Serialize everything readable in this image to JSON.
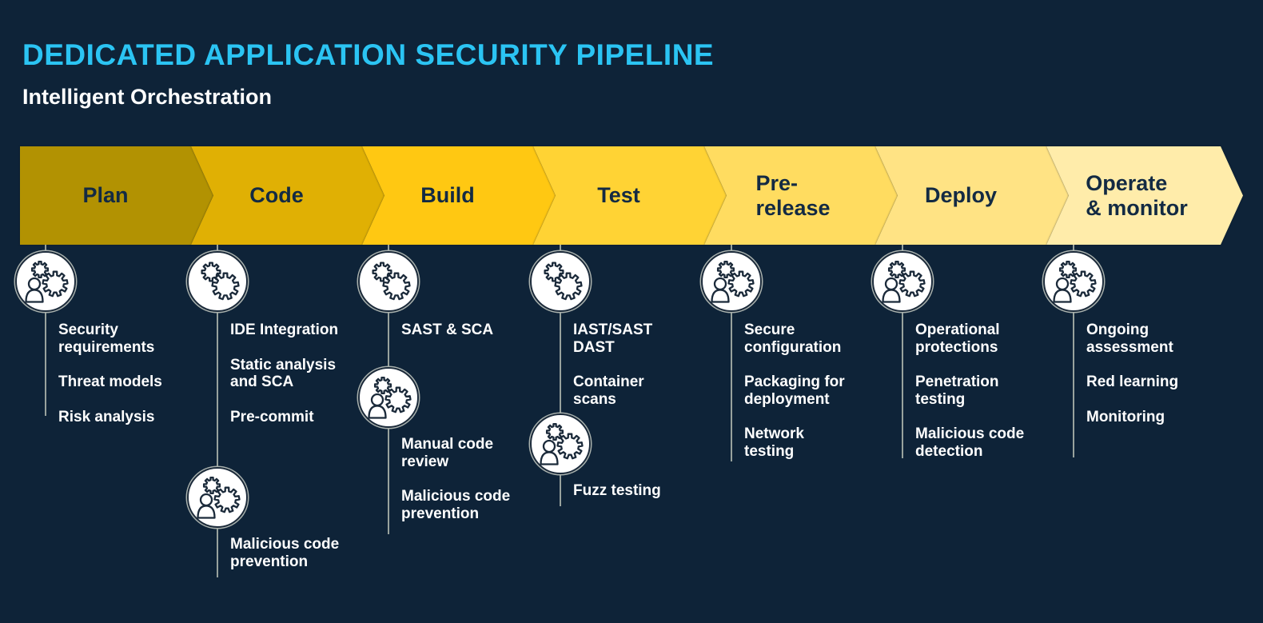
{
  "header": {
    "title": "DEDICATED APPLICATION SECURITY PIPELINE",
    "subtitle": "Intelligent Orchestration"
  },
  "colors": {
    "background": "#0e2338",
    "title": "#2bc4f3",
    "subtitle": "#ffffff",
    "chevron_text": "#132a43",
    "item_text": "#ffffff",
    "connector_line": "#98a29d",
    "icon_stroke": "#1b2a3a",
    "icon_fill": "#ffffff"
  },
  "stages": [
    {
      "label": "Plan",
      "color": "#b29202",
      "groups": [
        {
          "icon": "person-gears-icon",
          "items": [
            "Security\nrequirements",
            "Threat models",
            "Risk analysis"
          ]
        }
      ]
    },
    {
      "label": "Code",
      "color": "#e0b004",
      "groups": [
        {
          "icon": "gears-icon",
          "items": [
            "IDE Integration",
            "Static analysis\nand SCA",
            "Pre-commit"
          ]
        },
        {
          "icon": "person-gears-icon",
          "items": [
            "Malicious code\nprevention"
          ]
        }
      ]
    },
    {
      "label": "Build",
      "color": "#ffc812",
      "groups": [
        {
          "icon": "gears-icon",
          "items": [
            "SAST & SCA"
          ]
        },
        {
          "icon": "person-gears-icon",
          "items": [
            "Manual code\nreview",
            "Malicious code\nprevention"
          ]
        }
      ]
    },
    {
      "label": "Test",
      "color": "#ffd334",
      "groups": [
        {
          "icon": "gears-icon",
          "items": [
            "IAST/SAST\nDAST",
            "Container\nscans"
          ]
        },
        {
          "icon": "person-gears-icon",
          "items": [
            "Fuzz testing"
          ]
        }
      ]
    },
    {
      "label": "Pre-\nrelease",
      "color": "#ffdc60",
      "groups": [
        {
          "icon": "person-gears-icon",
          "items": [
            "Secure\nconfiguration",
            "Packaging for\ndeployment",
            "Network\ntesting"
          ]
        }
      ]
    },
    {
      "label": "Deploy",
      "color": "#ffe384",
      "groups": [
        {
          "icon": "person-gears-icon",
          "items": [
            "Operational\nprotections",
            "Penetration\ntesting",
            "Malicious code\ndetection"
          ]
        }
      ]
    },
    {
      "label": "Operate\n& monitor",
      "color": "#ffecaa",
      "groups": [
        {
          "icon": "person-gears-icon",
          "items": [
            "Ongoing\nassessment",
            "Red learning",
            "Monitoring"
          ]
        }
      ]
    }
  ]
}
